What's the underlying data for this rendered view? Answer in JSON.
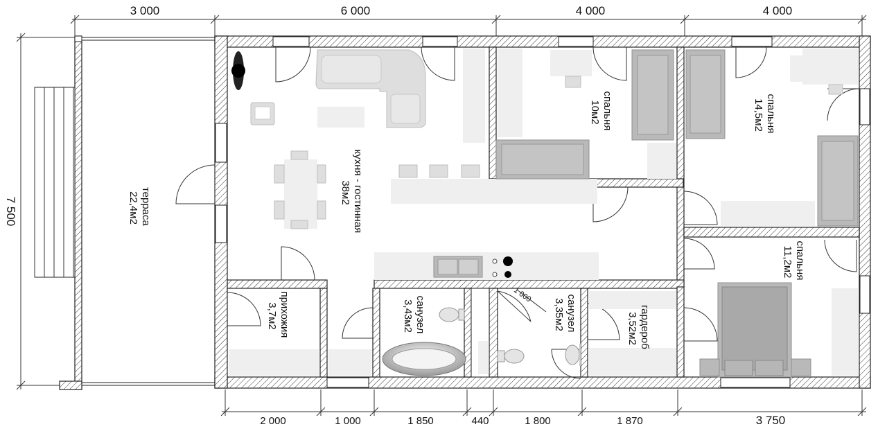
{
  "dimensions": {
    "top": [
      "3 000",
      "6 000",
      "4 000",
      "4 000"
    ],
    "left": "7 500",
    "bottom": [
      "2 000",
      "1 000",
      "1 850",
      "440",
      "1 800",
      "1 870",
      "3 750"
    ],
    "stair_clearance": "1 000"
  },
  "rooms": {
    "terrace": {
      "name": "терраса",
      "area": "22,4м2"
    },
    "living": {
      "name": "кухня - гостинная",
      "area": "38м2"
    },
    "bedroom1": {
      "name": "спальня",
      "area": "10м2"
    },
    "bedroom2": {
      "name": "спальня",
      "area": "14,5м2"
    },
    "bedroom3": {
      "name": "спальня",
      "area": "11,2м2"
    },
    "hall": {
      "name": "прихожия",
      "area": "3,7м2"
    },
    "bath1": {
      "name": "санузел",
      "area": "3,43м2"
    },
    "bath2": {
      "name": "санузел",
      "area": "3,35м2"
    },
    "wardrobe": {
      "name": "гардероб",
      "area": "3,52м2"
    }
  },
  "colors": {
    "wall_hatch": "#222222",
    "furniture": "#dedede",
    "furniture_dark": "#b9b9b9"
  }
}
